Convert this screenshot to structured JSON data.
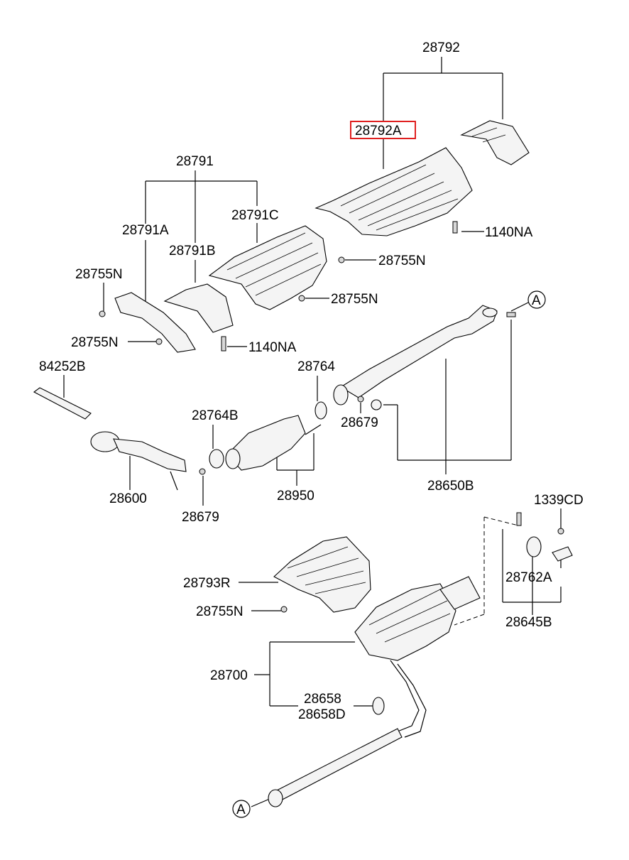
{
  "labels": {
    "l28792": "28792",
    "l28792A": "28792A",
    "l1140NA_top": "1140NA",
    "l28755N_a": "28755N",
    "l28791": "28791",
    "l28791C": "28791C",
    "l28791A": "28791A",
    "l28791B": "28791B",
    "l28755N_b": "28755N",
    "l28755N_c": "28755N",
    "l28755N_d": "28755N",
    "l1140NA_mid": "1140NA",
    "lA_top": "A",
    "l84252B": "84252B",
    "l28764": "28764",
    "l28764B": "28764B",
    "l28679_a": "28679",
    "l28650B": "28650B",
    "l28600": "28600",
    "l28950": "28950",
    "l28679_b": "28679",
    "l1339CD": "1339CD",
    "l28762A": "28762A",
    "l28645B": "28645B",
    "l28793R": "28793R",
    "l28755N_e": "28755N",
    "l28700": "28700",
    "l28658": "28658",
    "l28658D": "28658D",
    "lA_bottom": "A"
  },
  "highlight": {
    "label_key": "l28792A",
    "color": "#e02020"
  }
}
